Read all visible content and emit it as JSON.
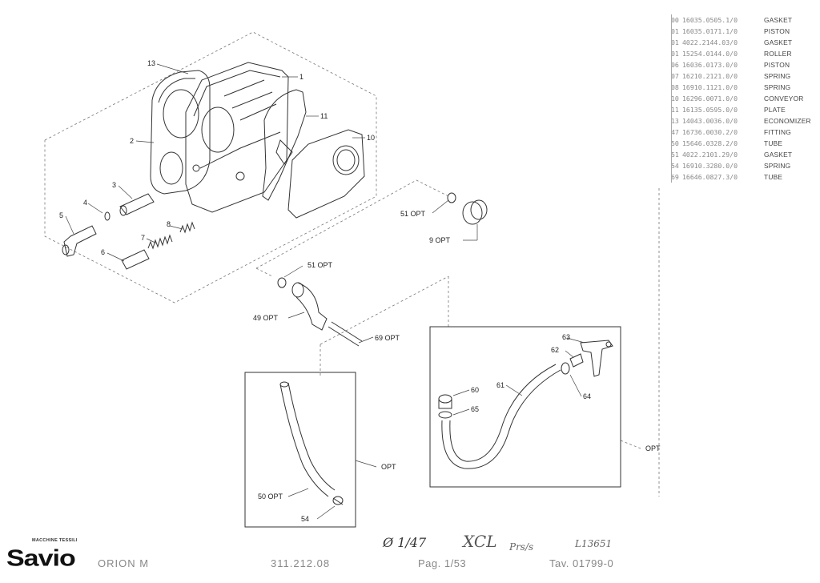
{
  "parts_list": [
    {
      "pos": "",
      "code": "",
      "desc": ""
    },
    {
      "pos": "00",
      "code": "16035.0505.1/0",
      "desc": "GASKET"
    },
    {
      "pos": "01",
      "code": "16035.0171.1/0",
      "desc": "PISTON"
    },
    {
      "pos": "01",
      "code": "4022.2144.03/0",
      "desc": "GASKET"
    },
    {
      "pos": "01",
      "code": "15254.0144.0/0",
      "desc": "ROLLER"
    },
    {
      "pos": "06",
      "code": "16036.0173.0/0",
      "desc": "PISTON"
    },
    {
      "pos": "07",
      "code": "16210.2121.0/0",
      "desc": "SPRING"
    },
    {
      "pos": "08",
      "code": "16910.1121.0/0",
      "desc": "SPRING"
    },
    {
      "pos": "10",
      "code": "16296.0071.0/0",
      "desc": "CONVEYOR"
    },
    {
      "pos": "11",
      "code": "16135.0595.0/0",
      "desc": "PLATE"
    },
    {
      "pos": "13",
      "code": "14043.0036.0/0",
      "desc": "ECONOMIZER"
    },
    {
      "pos": "47",
      "code": "16736.0030.2/0",
      "desc": "FITTING"
    },
    {
      "pos": "50",
      "code": "15646.0328.2/0",
      "desc": "TUBE"
    },
    {
      "pos": "51",
      "code": "4022.2101.29/0",
      "desc": "GASKET"
    },
    {
      "pos": "54",
      "code": "16910.3280.0/0",
      "desc": "SPRING"
    },
    {
      "pos": "69",
      "code": "16646.0827.3/0",
      "desc": "TUBE"
    }
  ],
  "callouts": {
    "c13": "13",
    "c1": "1",
    "c11": "11",
    "c10": "10",
    "c2": "2",
    "c3": "3",
    "c4": "4",
    "c5": "5",
    "c8": "8",
    "c7": "7",
    "c6": "6",
    "c51a": "51 OPT",
    "c9": "9 OPT",
    "c51b": "51 OPT",
    "c49": "49 OPT",
    "c69": "69 OPT",
    "c63": "63",
    "c62": "62",
    "c61": "61",
    "c60": "60",
    "c65": "65",
    "c64": "64",
    "copt_right": "OPT",
    "copt_left": "OPT",
    "c50": "50 OPT",
    "c54": "54"
  },
  "footer": {
    "brand": "Savio",
    "brand_tag": "MACCHINE TESSILI",
    "model": "ORION M",
    "code": "311.212.08",
    "page": "Pag. 1/53",
    "table": "Tav. 01799-0"
  },
  "handwriting": {
    "h1": "Ø 1/47",
    "h2": "XCL",
    "h3": "Prs/s",
    "h4": "L13651"
  },
  "colors": {
    "line": "#333333",
    "dash": "#777777",
    "text": "#222222"
  }
}
